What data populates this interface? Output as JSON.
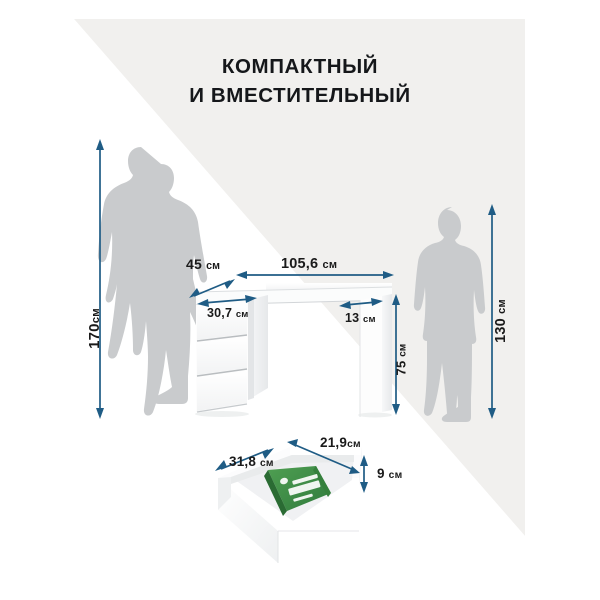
{
  "heading": {
    "line1": "КОМПАКТНЫЙ",
    "line2": "И ВМЕСТИТЕЛЬНЫЙ"
  },
  "colors": {
    "background": "#ffffff",
    "panel_gray": "#f1f0ee",
    "silhouette": "#c9cbcd",
    "arrow_blue": "#1f5c85",
    "text_dark": "#15171a",
    "furniture_white": "#ffffff",
    "furniture_shadow": "#e3e5e7",
    "book_green": "#3f8f46"
  },
  "dimensions": {
    "person_height": {
      "value": "170",
      "unit": "см"
    },
    "desk_depth_top": {
      "value": "45",
      "unit": "см"
    },
    "desk_width": {
      "value": "105,6",
      "unit": "см"
    },
    "drawer_block_width": {
      "value": "30,7",
      "unit": "см"
    },
    "side_panel_thickness": {
      "value": "13",
      "unit": "см"
    },
    "desk_height": {
      "value": "75",
      "unit": "см"
    },
    "child_height": {
      "value": "130",
      "unit": "см"
    },
    "drawer_depth": {
      "value": "31,8",
      "unit": "см"
    },
    "drawer_width": {
      "value": "21,9",
      "unit": "см"
    },
    "drawer_height": {
      "value": "9",
      "unit": "см"
    }
  },
  "objects": {
    "woman_silhouette": "woman-silhouette",
    "child_silhouette": "child-silhouette",
    "desk": "white-desk-with-three-drawers",
    "drawer": "open-drawer-with-book",
    "book_label": "BOOK"
  }
}
